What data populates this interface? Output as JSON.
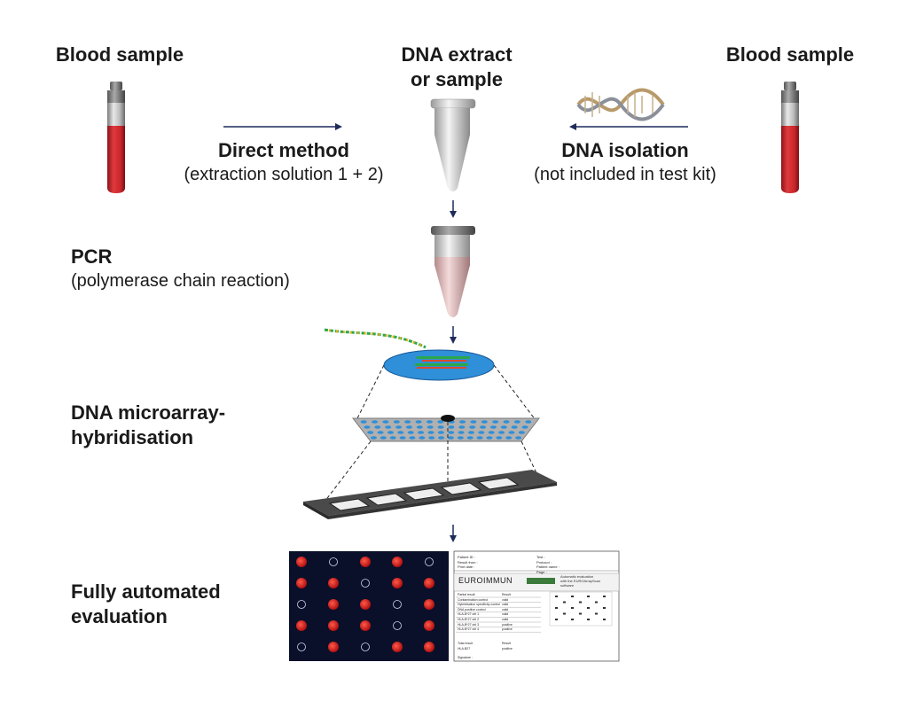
{
  "top": {
    "left_label": "Blood sample",
    "center_label_line1": "DNA extract",
    "center_label_line2": "or sample",
    "right_label": "Blood sample"
  },
  "methods": {
    "direct_title": "Direct method",
    "direct_sub": "(extraction solution 1 + 2)",
    "isolation_title": "DNA isolation",
    "isolation_sub": "(not included in test kit)"
  },
  "steps": {
    "pcr_title": "PCR",
    "pcr_sub": "(polymerase chain reaction)",
    "hyb_line1": "DNA microarray-",
    "hyb_line2": "hybridisation",
    "eval_line1": "Fully automated",
    "eval_line2": "evaluation"
  },
  "colors": {
    "tube_red": "#c8262a",
    "arrow": "#1d2a5a",
    "disk_blue": "#2f8fd8",
    "array_grey": "#8c8c8c",
    "panel_bg": "#0a0f2a",
    "spot_red": "#e02020"
  },
  "report": {
    "brand": "EUROIMMUN",
    "subtitle_line1": "Automatic evaluation",
    "subtitle_line2": "with the EUROArrayScan software",
    "header_labels": [
      "Patient ID :",
      "Result from :",
      "Print date :"
    ],
    "header_right_labels": [
      "Test :",
      "Protocol :",
      "Patient name :",
      "Page :"
    ],
    "table_header": [
      "Partial result",
      "Result"
    ],
    "table_rows": [
      [
        "Contamination control",
        "valid"
      ],
      [
        "Hybridisation specificity control",
        "valid"
      ],
      [
        "DNA positive control",
        "valid"
      ],
      [
        "HLA-B*27 ctrl 1",
        "valid"
      ],
      [
        "HLA-B*27 ctrl 2",
        "valid"
      ],
      [
        "HLA-B*27 ctrl 3",
        "positive"
      ],
      [
        "HLA-B*27 ctrl 4",
        "positive"
      ]
    ],
    "final_header": [
      "Total result",
      "Result"
    ],
    "final_row": [
      "HLA-B27",
      "positive"
    ],
    "signature_label": "Signature :"
  }
}
